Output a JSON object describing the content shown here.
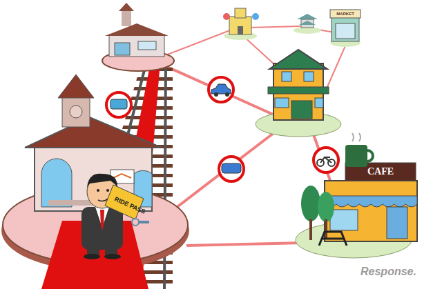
{
  "diagram": {
    "labels": [
      "RIDE PASS",
      "MARKET",
      "CAFE",
      "Response."
    ]
  }
}
